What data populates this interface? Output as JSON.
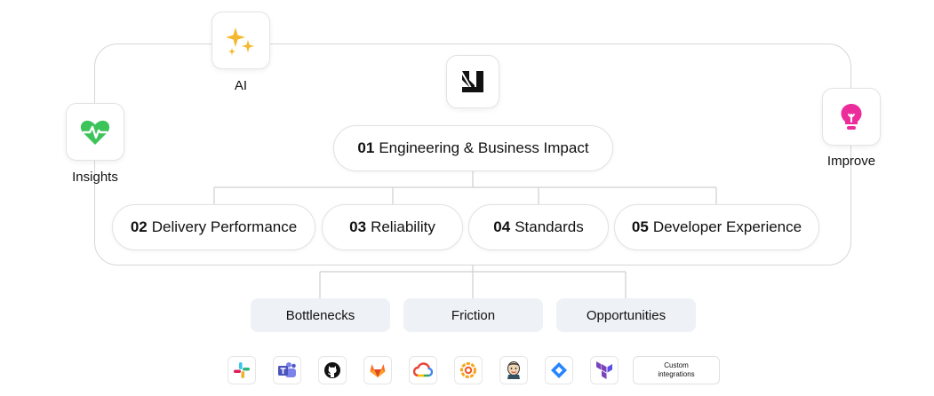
{
  "nodes": {
    "ai": "AI",
    "insights": "Insights",
    "improve": "Improve"
  },
  "root": {
    "num": "01",
    "label": "Engineering & Business Impact"
  },
  "pillars": [
    {
      "num": "02",
      "label": "Delivery Performance"
    },
    {
      "num": "03",
      "label": "Reliability"
    },
    {
      "num": "04",
      "label": "Standards"
    },
    {
      "num": "05",
      "label": "Developer Experience"
    }
  ],
  "outcomes": [
    "Bottlenecks",
    "Friction",
    "Opportunities"
  ],
  "integrations": {
    "icons": [
      "slack-icon",
      "teams-icon",
      "github-icon",
      "gitlab-icon",
      "google-cloud-icon",
      "grafana-icon",
      "jenkins-icon",
      "jira-icon",
      "terraform-icon"
    ],
    "custom_label": "Custom integrations"
  },
  "colors": {
    "ai_sparkle": "#F4B82E",
    "insights_heart": "#3CC45A",
    "improve_bulb": "#EC2C9B",
    "frame_border": "#d6d6d6",
    "outcome_bg": "#eef2f6"
  }
}
